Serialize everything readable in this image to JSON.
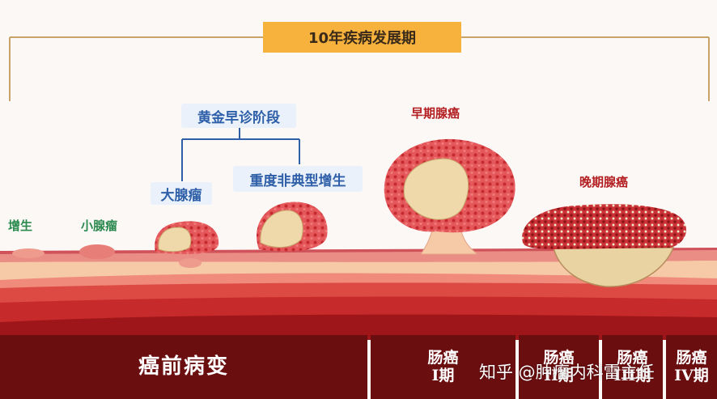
{
  "title": "10年疾病发展期",
  "golden_period": "黄金早诊阶段",
  "labels": {
    "hyperplasia": "增生",
    "small_adenoma": "小腺瘤",
    "large_adenoma": "大腺瘤",
    "severe_dysplasia": "重度非典型增生",
    "early_cancer": "早期腺癌",
    "late_cancer": "晚期腺癌"
  },
  "bottom": {
    "precancer": "癌前病变",
    "stage1": "肠癌\nI期",
    "stage2": "肠癌\nII期",
    "stage3": "肠癌\nIII期",
    "stage4": "肠癌\nIV期"
  },
  "watermark": "知乎 @肿瘤内科雷主任",
  "colors": {
    "title_bg": "#f6b23c",
    "bracket": "#c9a36a",
    "blue_text": "#2e5fa8",
    "green_text": "#2d8a4e",
    "red_text": "#b41f22",
    "bottom_bg": "#6a0e10"
  }
}
